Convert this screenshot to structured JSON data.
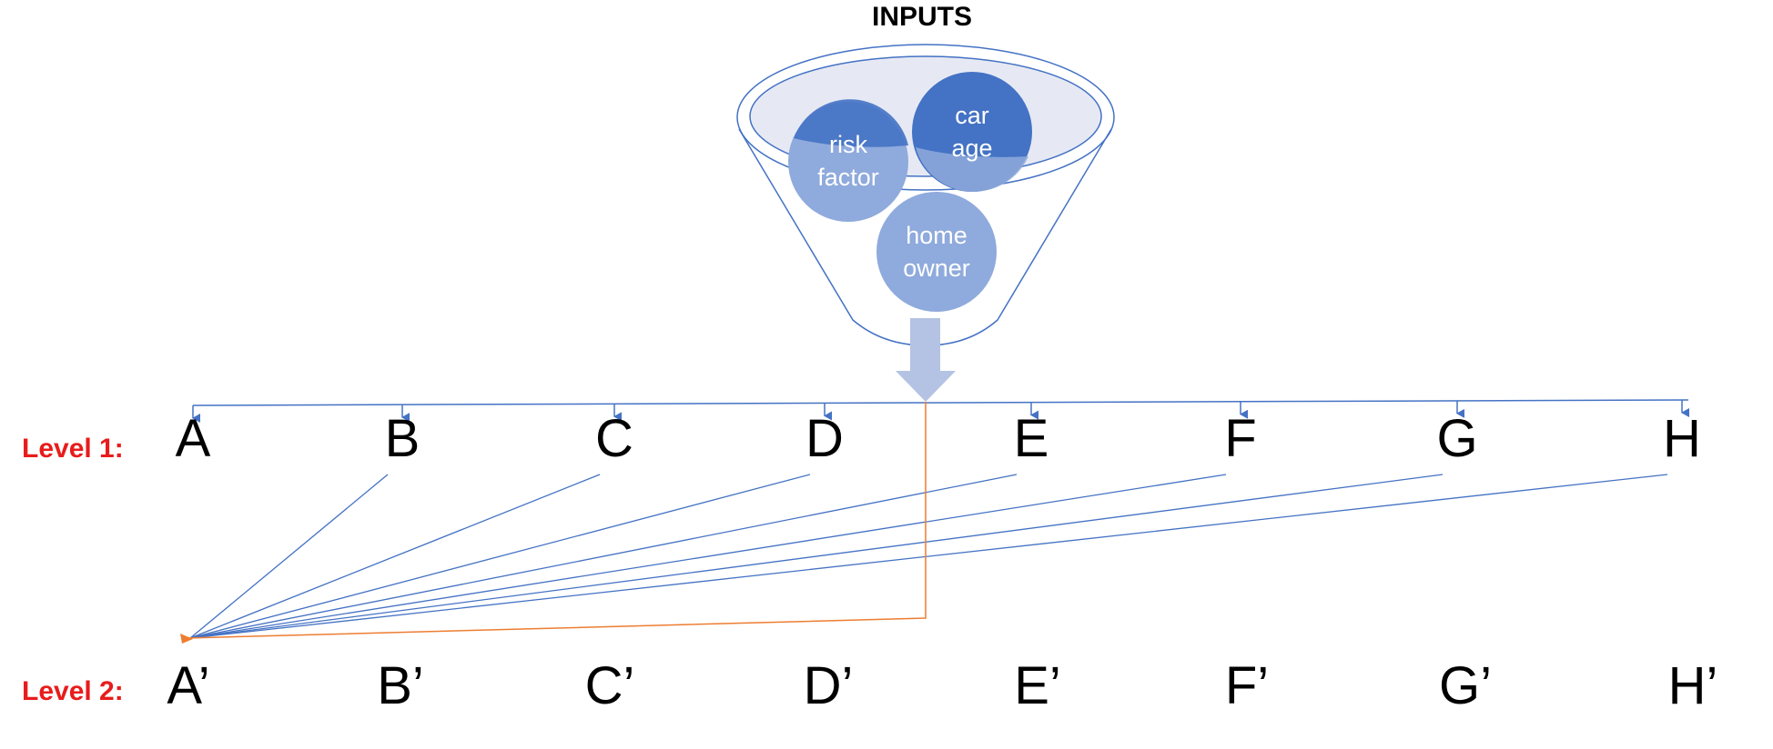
{
  "title": "INPUTS",
  "colors": {
    "accent_red": "#e81c1c",
    "line_blue": "#4472c4",
    "line_orange": "#ed7d31",
    "bubble_dark": "#4472c4",
    "bubble_light": "#8faadc",
    "funnel_fill": "#e6e9f4",
    "arrow_fill": "#b4c3e3"
  },
  "inputs": [
    {
      "label_line1": "risk",
      "label_line2": "factor"
    },
    {
      "label_line1": "car",
      "label_line2": "age"
    },
    {
      "label_line1": "home",
      "label_line2": "owner"
    }
  ],
  "level1": {
    "label": "Level 1:",
    "nodes": [
      "A",
      "B",
      "C",
      "D",
      "E",
      "F",
      "G",
      "H"
    ]
  },
  "level2": {
    "label": "Level 2:",
    "nodes": [
      "A’",
      "B’",
      "C’",
      "D’",
      "E’",
      "F’",
      "G’",
      "H’"
    ]
  }
}
